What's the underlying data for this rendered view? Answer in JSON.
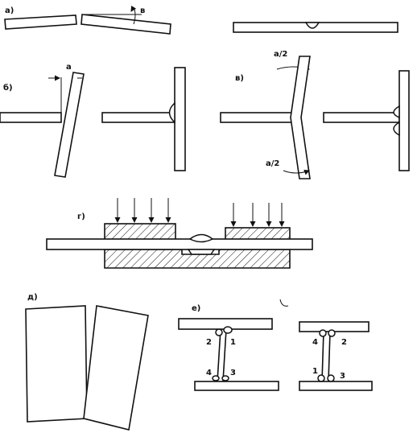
{
  "panels": {
    "a": {
      "label": "а)",
      "angle": "в"
    },
    "b": {
      "label": "б)",
      "angle": "а"
    },
    "v": {
      "label": "в)",
      "angle_top": "а/2",
      "angle_bottom": "а/2"
    },
    "g": {
      "label": "г)"
    },
    "d": {
      "label": "д)"
    },
    "e": {
      "label": "е)",
      "left_seq": [
        "2",
        "1",
        "4",
        "3"
      ],
      "right_seq": [
        "4",
        "2",
        "1",
        "3"
      ]
    }
  },
  "colors": {
    "ink": "#111111",
    "paper": "#ffffff"
  }
}
